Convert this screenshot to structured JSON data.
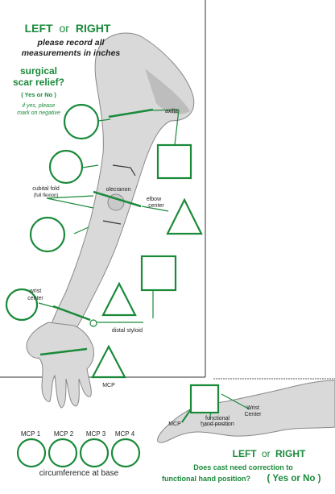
{
  "header": {
    "left": "LEFT",
    "or": "or",
    "right": "RIGHT",
    "line1": "please record all",
    "line2": "measurements in inches"
  },
  "scar": {
    "line1": "surgical",
    "line2": "scar relief?",
    "yes_no": "( Yes or No )",
    "note1": "if yes, please",
    "note2": "mark on negative"
  },
  "labels": {
    "axilla": "axilla",
    "cubital1": "cubital fold",
    "cubital2": "(full flexion)",
    "olecranon": "olecranon",
    "elbow1": "elbow",
    "elbow2": "center",
    "wrist1": "wrist",
    "wrist2": "center",
    "distal": "distal styloid",
    "mcp": "MCP"
  },
  "hand_panel": {
    "mcp_labels": [
      "MCP 1",
      "MCP 2",
      "MCP 3",
      "MCP 4"
    ],
    "circumference": "circumference at base",
    "wrist1": "Wrist",
    "wrist2": "Center",
    "functional1": "functional",
    "functional2": "hand position",
    "mcp": "MCP",
    "left": "LEFT",
    "or": "or",
    "right": "RIGHT",
    "question1": "Does cast need correction to",
    "question2": "functional hand position?",
    "yes_no": "( Yes or No )"
  },
  "colors": {
    "green": "#1a8a3a",
    "arm": "#d9d9d9",
    "arm_shadow": "#b5b5b5"
  }
}
